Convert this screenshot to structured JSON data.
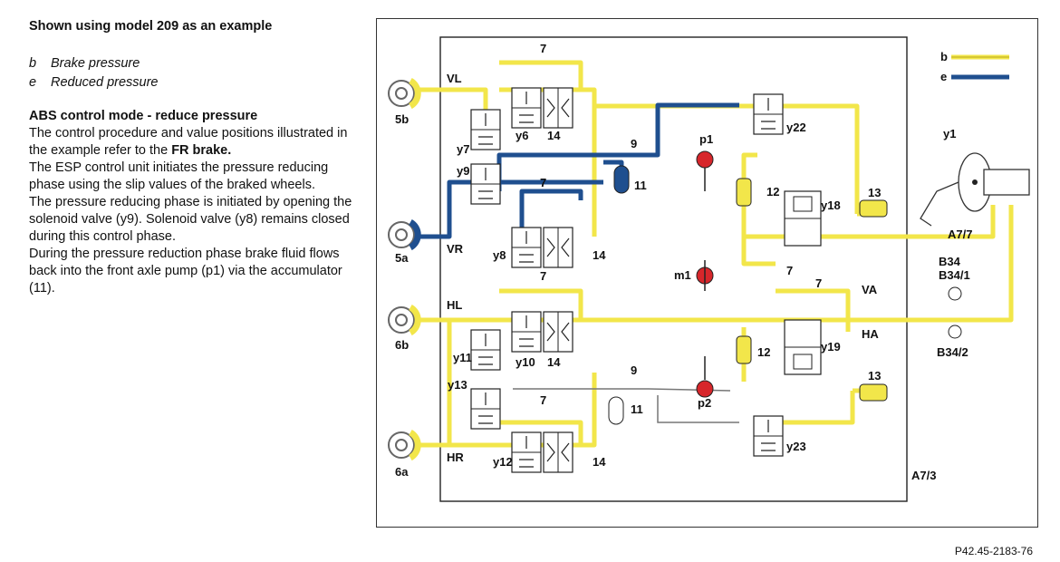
{
  "header": "Shown using model 209 as an example",
  "legend": [
    {
      "key": "b",
      "label": "Brake pressure",
      "color": "#f2e64a"
    },
    {
      "key": "e",
      "label": "Reduced pressure",
      "color": "#1f4f8f"
    }
  ],
  "mode_title": "ABS control mode - reduce pressure",
  "para1_a": "The control procedure and value positions illustrated in the example refer to the",
  "para1_b": "FR brake.",
  "para2": "The ESP control unit initiates the pressure reducing phase using the slip values of the braked wheels.",
  "para3": "The pressure reducing phase is initiated by opening the solenoid valve (y9). Solenoid valve (y8) remains closed during this control phase.",
  "para4": "During the pressure reduction phase brake fluid flows back into the front axle pump (p1) via the accumulator (11).",
  "ref_code": "P42.45-2183-76",
  "diagram": {
    "legend_b": "b",
    "legend_e": "e",
    "wheels": [
      "5b",
      "5a",
      "6b",
      "6a"
    ],
    "circuits": [
      "VL",
      "VR",
      "HL",
      "HR",
      "VA",
      "HA"
    ],
    "valves": [
      "y6",
      "y7",
      "y8",
      "y9",
      "y10",
      "y11",
      "y12",
      "y13",
      "y18",
      "y19",
      "y22",
      "y23"
    ],
    "pumps": [
      "p1",
      "p2",
      "m1"
    ],
    "misc": [
      "7",
      "9",
      "11",
      "12",
      "13",
      "14"
    ],
    "master": [
      "y1",
      "A7/7",
      "B34",
      "B34/1",
      "B34/2",
      "A7/3"
    ]
  }
}
